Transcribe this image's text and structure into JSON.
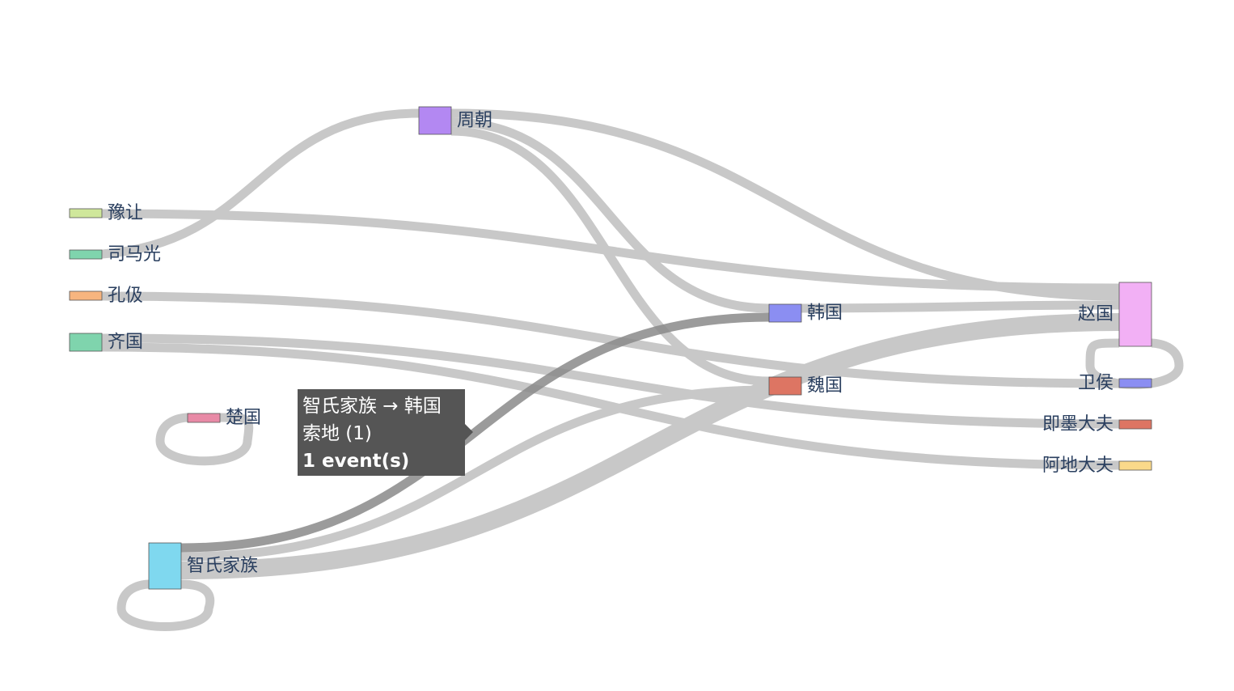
{
  "diagram": {
    "type": "sankey",
    "link_color": "#c8c8c8",
    "highlight_link_color": "#8a8a8a",
    "nodes": [
      {
        "id": "yurang",
        "label": "豫让",
        "color": "#cfe79b"
      },
      {
        "id": "simaguang",
        "label": "司马光",
        "color": "#7fd4ad"
      },
      {
        "id": "kongji",
        "label": "孔伋",
        "color": "#f7b57f"
      },
      {
        "id": "qi",
        "label": "齐国",
        "color": "#7fd4ad"
      },
      {
        "id": "chu",
        "label": "楚国",
        "color": "#e88aa6"
      },
      {
        "id": "zhi",
        "label": "智氏家族",
        "color": "#7fd8ef"
      },
      {
        "id": "zhou",
        "label": "周朝",
        "color": "#b388f2"
      },
      {
        "id": "han",
        "label": "韩国",
        "color": "#8b8ef2"
      },
      {
        "id": "wei",
        "label": "魏国",
        "color": "#dd7563"
      },
      {
        "id": "zhao",
        "label": "赵国",
        "color": "#f2b0f5"
      },
      {
        "id": "weihou",
        "label": "卫侯",
        "color": "#8b8ef2"
      },
      {
        "id": "jimo",
        "label": "即墨大夫",
        "color": "#dd7563"
      },
      {
        "id": "e",
        "label": "阿地大夫",
        "color": "#fad98a"
      }
    ],
    "links": [
      {
        "source": "simaguang",
        "target": "zhou"
      },
      {
        "source": "yurang",
        "target": "zhao"
      },
      {
        "source": "kongji",
        "target": "weihou"
      },
      {
        "source": "qi",
        "target": "jimo"
      },
      {
        "source": "qi",
        "target": "e"
      },
      {
        "source": "zhou",
        "target": "zhao"
      },
      {
        "source": "zhou",
        "target": "han"
      },
      {
        "source": "zhou",
        "target": "wei"
      },
      {
        "source": "han",
        "target": "zhao"
      },
      {
        "source": "zhi",
        "target": "han",
        "highlighted": true
      },
      {
        "source": "zhi",
        "target": "wei"
      },
      {
        "source": "zhi",
        "target": "zhao"
      },
      {
        "source": "chu",
        "target": "chu"
      },
      {
        "source": "zhi",
        "target": "zhi"
      },
      {
        "source": "zhao",
        "target": "zhao"
      }
    ]
  },
  "tooltip": {
    "title": "智氏家族 → 韩国",
    "detail": "索地 (1)",
    "count": "1 event(s)"
  }
}
